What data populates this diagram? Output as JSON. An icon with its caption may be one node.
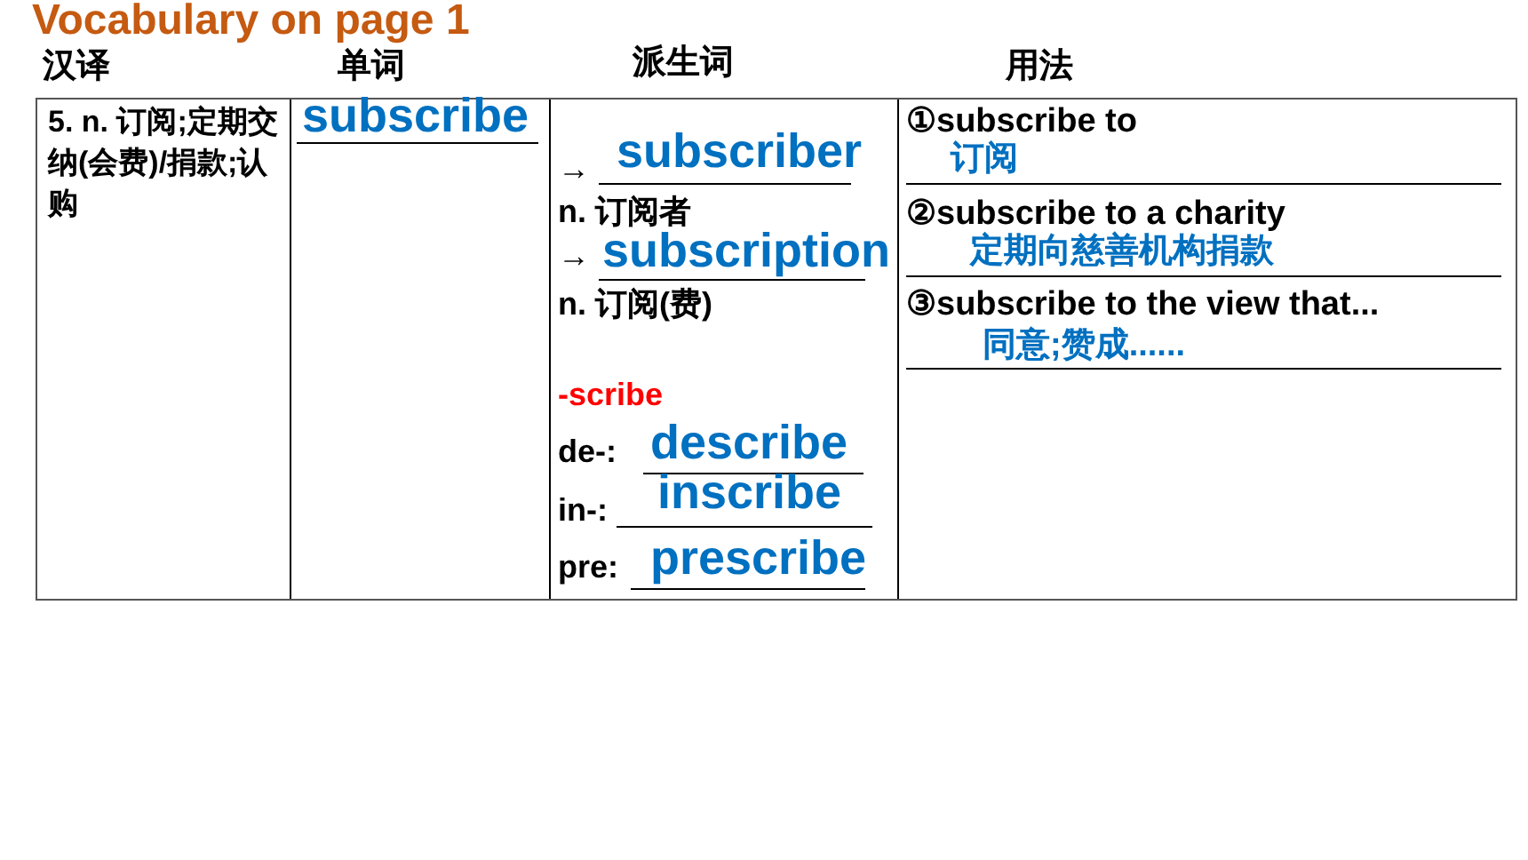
{
  "diagram": {
    "title": "Vocabulary on page 1",
    "labels": [
      "汉译",
      "单词",
      "派生词",
      "用法",
      "5. n. 订阅;定期交纳(会费)/捐款;认购",
      "subscribe",
      "→",
      "subscriber",
      "n. 订阅者",
      "→",
      "subscription",
      "n. 订阅(费)",
      "-scribe",
      "de-:",
      "describe",
      "in-:",
      "inscribe",
      "pre:",
      "prescribe",
      "①subscribe to",
      "订阅",
      "②subscribe to a charity",
      "定期向慈善机构捐款",
      "③subscribe to the view that...",
      "同意;赞成......"
    ]
  }
}
